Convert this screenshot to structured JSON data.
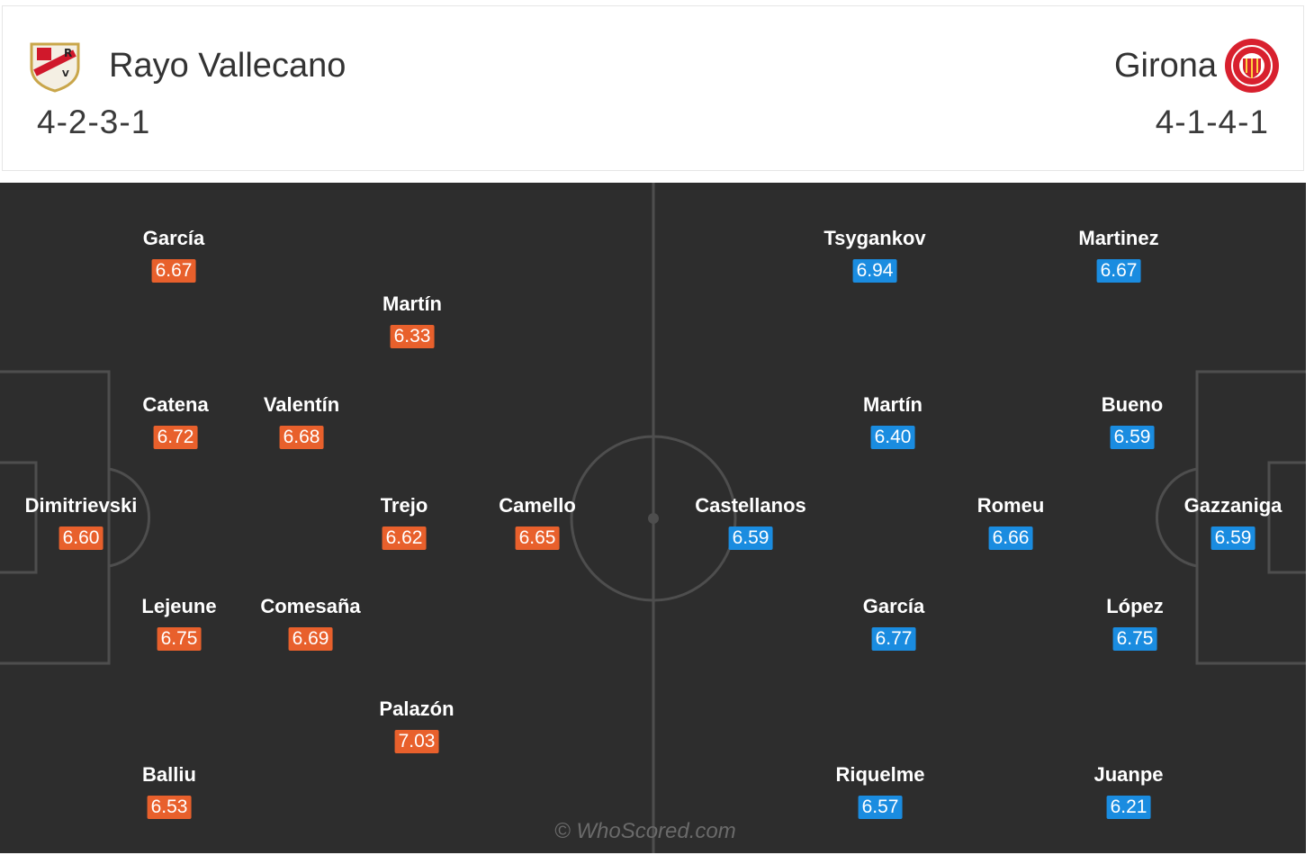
{
  "home": {
    "name": "Rayo Vallecano",
    "formation": "4-2-3-1",
    "crest_icon": "rayo-vallecano-crest",
    "rating_color": "#e8602c",
    "players": [
      {
        "name": "García",
        "rating": "6.67"
      },
      {
        "name": "Martín",
        "rating": "6.33"
      },
      {
        "name": "Catena",
        "rating": "6.72"
      },
      {
        "name": "Valentín",
        "rating": "6.68"
      },
      {
        "name": "Dimitrievski",
        "rating": "6.60"
      },
      {
        "name": "Trejo",
        "rating": "6.62"
      },
      {
        "name": "Camello",
        "rating": "6.65"
      },
      {
        "name": "Lejeune",
        "rating": "6.75"
      },
      {
        "name": "Comesaña",
        "rating": "6.69"
      },
      {
        "name": "Palazón",
        "rating": "7.03"
      },
      {
        "name": "Balliu",
        "rating": "6.53"
      }
    ]
  },
  "away": {
    "name": "Girona",
    "formation": "4-1-4-1",
    "crest_icon": "girona-crest",
    "rating_color": "#1a8ce0",
    "players": [
      {
        "name": "Tsygankov",
        "rating": "6.94"
      },
      {
        "name": "Martinez",
        "rating": "6.67"
      },
      {
        "name": "Martín",
        "rating": "6.40"
      },
      {
        "name": "Bueno",
        "rating": "6.59"
      },
      {
        "name": "Castellanos",
        "rating": "6.59"
      },
      {
        "name": "Romeu",
        "rating": "6.66"
      },
      {
        "name": "Gazzaniga",
        "rating": "6.59"
      },
      {
        "name": "García",
        "rating": "6.77"
      },
      {
        "name": "López",
        "rating": "6.75"
      },
      {
        "name": "Riquelme",
        "rating": "6.57"
      },
      {
        "name": "Juanpe",
        "rating": "6.21"
      }
    ]
  },
  "pitch_color": "#2d2d2d",
  "line_color": "#4e4e4e",
  "watermark": "© WhoScored.com"
}
